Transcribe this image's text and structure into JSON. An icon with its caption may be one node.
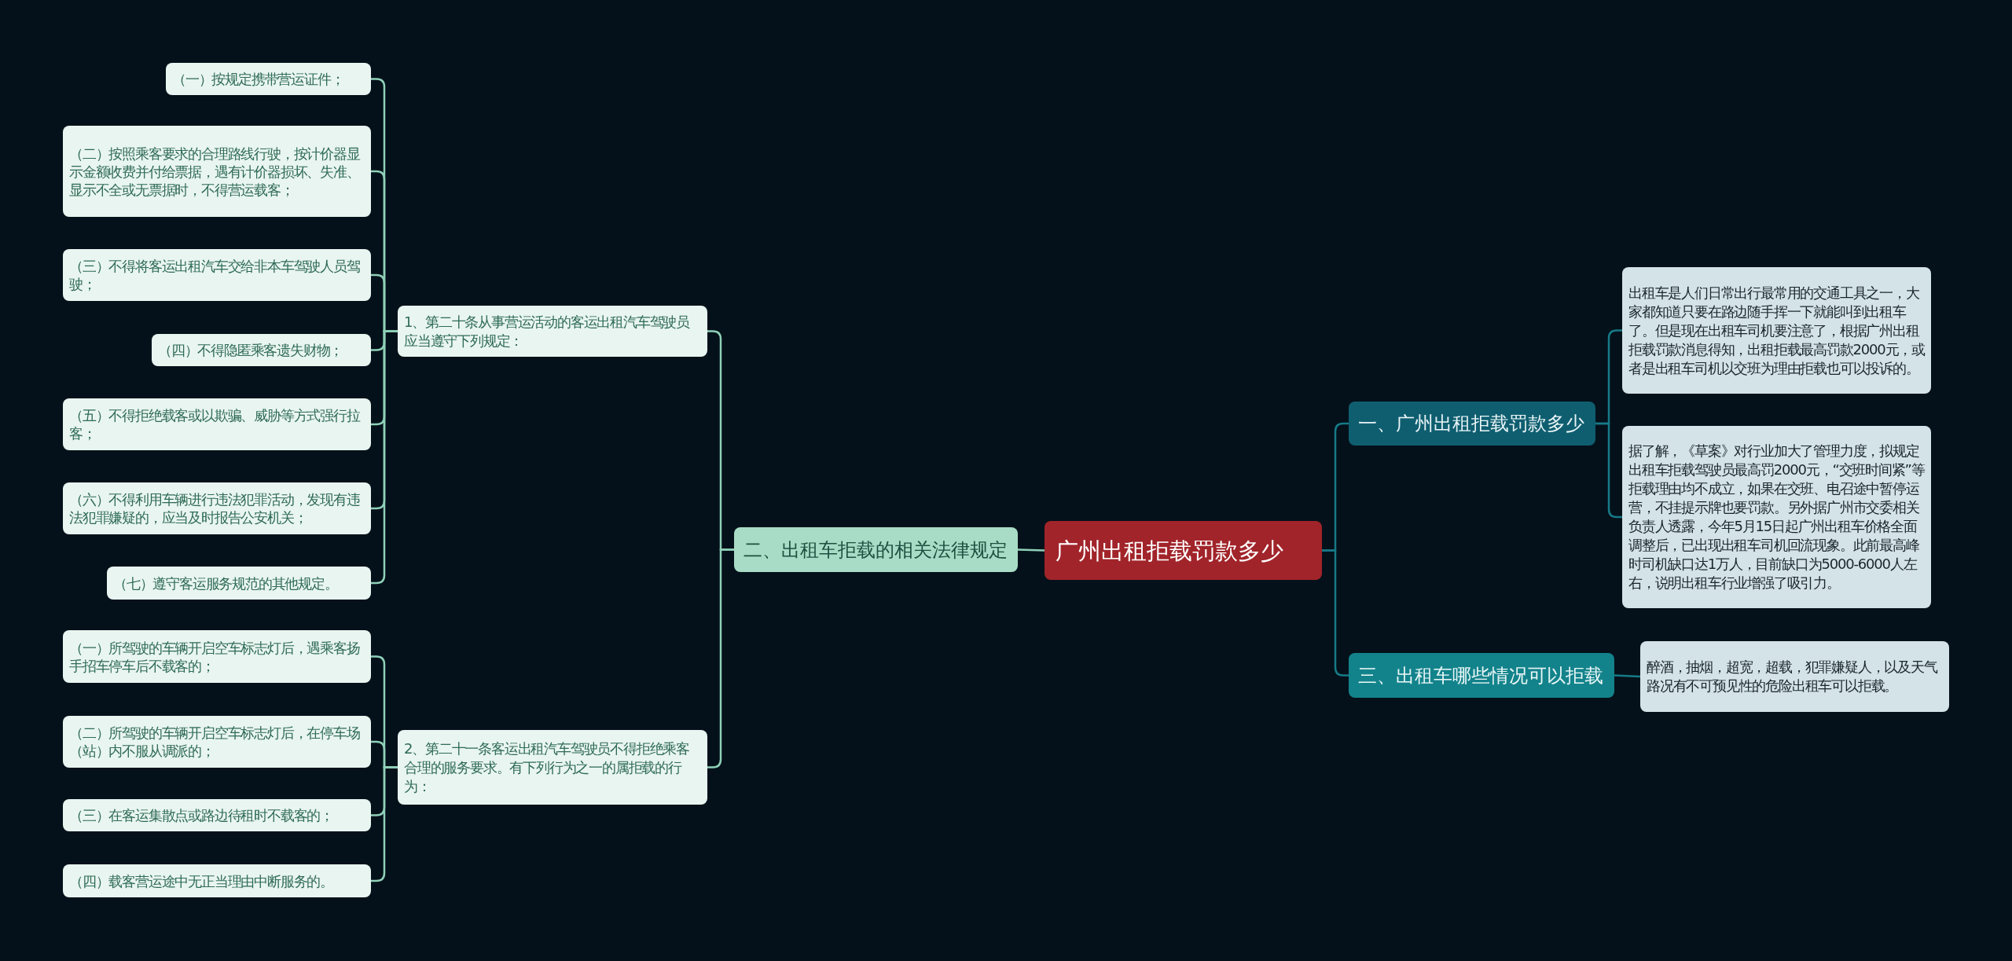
{
  "diagram": {
    "nodes": [
      {
        "text": [
          "广州出租拒载罚款多少"
        ]
      },
      {
        "text": [
          "一、广州出租拒载罚款多少"
        ]
      },
      {
        "text": [
          "出租车是人们日常出行最常用的交通工具之一，大家都知道只要在路边随手挥一下就能叫到出租车了。但是现在出租车司机要注意了，根据广州出租拒载罚款消息得知，出租拒载最高罚款2000元，或者是出租车司机以交班为理由拒载也可以投诉的。"
        ]
      },
      {
        "text": [
          "据了解，《草案》对行业加大了管理力度，拟规定出租车拒载驾驶员最高罚2000元，“交班时间紧”等拒载理由均不成立，如果在交班、电召途中暂停运营，不挂提示牌也要罚款。另外据广州市交委相关负责人透露，今年5月15日起广州出租车价格全面调整后，已出现出租车司机回流现象。此前最高峰时司机缺口达1万人，目前缺口为5000-6000人左右，说明出租车行业增强了吸引力。"
        ]
      },
      {
        "text": [
          "三、出租车哪些情况可以拒载"
        ]
      },
      {
        "text": [
          "醉酒，抽烟，超宽，超载，犯罪嫌疑人，以及天气路况有不可预见性的危险出租车可以拒载。"
        ]
      },
      {
        "text": [
          "二、出租车拒载的相关法律规定"
        ]
      },
      {
        "text": [
          "1、第二十条从事营运活动的客运出租汽车驾驶员应当遵守下列规定："
        ]
      },
      {
        "text": [
          "（一）按规定携带营运证件；"
        ]
      },
      {
        "text": [
          "（二）按照乘客要求的合理路线行驶，按计价器显示金额收费并付给票据，遇有计价器损坏、失准、显示不全或无票据时，不得营运载客；"
        ]
      },
      {
        "text": [
          "（三）不得将客运出租汽车交给非本车驾驶人员驾驶；"
        ]
      },
      {
        "text": [
          "（四）不得隐匿乘客遗失财物；"
        ]
      },
      {
        "text": [
          "（五）不得拒绝载客或以欺骗、威胁等方式强行拉客；"
        ]
      },
      {
        "text": [
          "（六）不得利用车辆进行违法犯罪活动，发现有违法犯罪嫌疑的，应当及时报告公安机关；"
        ]
      },
      {
        "text": [
          "（七）遵守客运服务规范的其他规定。"
        ]
      },
      {
        "text": [
          "2、第二十一条客运出租汽车驾驶员不得拒绝乘客合理的服务要求。有下列行为之一的属拒载的行为："
        ]
      },
      {
        "text": [
          "（一）所驾驶的车辆开启空车标志灯后，遇乘客扬手招车停车后不载客的；"
        ]
      },
      {
        "text": [
          "（二）所驾驶的车辆开启空车标志灯后，在停车场（站）内不服从调派的；"
        ]
      },
      {
        "text": [
          "（三）在客运集散点或路边待租时不载客的；"
        ]
      },
      {
        "text": [
          "（四）载客营运途中无正当理由中断服务的。"
        ]
      }
    ],
    "edges": [
      {
        "from": 0,
        "to": 1,
        "arrow": "none",
        "color": "#167a87"
      },
      {
        "from": 1,
        "to": 2,
        "arrow": "none",
        "color": "#167a87"
      },
      {
        "from": 1,
        "to": 3,
        "arrow": "none",
        "color": "#167a87"
      },
      {
        "from": 0,
        "to": 4,
        "arrow": "none",
        "color": "#167a87"
      },
      {
        "from": 4,
        "to": 5,
        "arrow": "none",
        "color": "#167a87"
      },
      {
        "from": 0,
        "to": 6,
        "arrow": "none"
      },
      {
        "from": 6,
        "to": 7,
        "arrow": "none"
      },
      {
        "from": 7,
        "to": 8,
        "arrow": "none"
      },
      {
        "from": 7,
        "to": 9,
        "arrow": "none"
      },
      {
        "from": 7,
        "to": 10,
        "arrow": "none"
      },
      {
        "from": 7,
        "to": 11,
        "arrow": "none"
      },
      {
        "from": 7,
        "to": 12,
        "arrow": "none"
      },
      {
        "from": 7,
        "to": 13,
        "arrow": "none"
      },
      {
        "from": 7,
        "to": 14,
        "arrow": "none"
      },
      {
        "from": 6,
        "to": 15,
        "arrow": "none"
      },
      {
        "from": 15,
        "to": 16,
        "arrow": "none"
      },
      {
        "from": 15,
        "to": 17,
        "arrow": "none"
      },
      {
        "from": 15,
        "to": 18,
        "arrow": "none"
      },
      {
        "from": 15,
        "to": 19,
        "arrow": "none"
      }
    ]
  }
}
